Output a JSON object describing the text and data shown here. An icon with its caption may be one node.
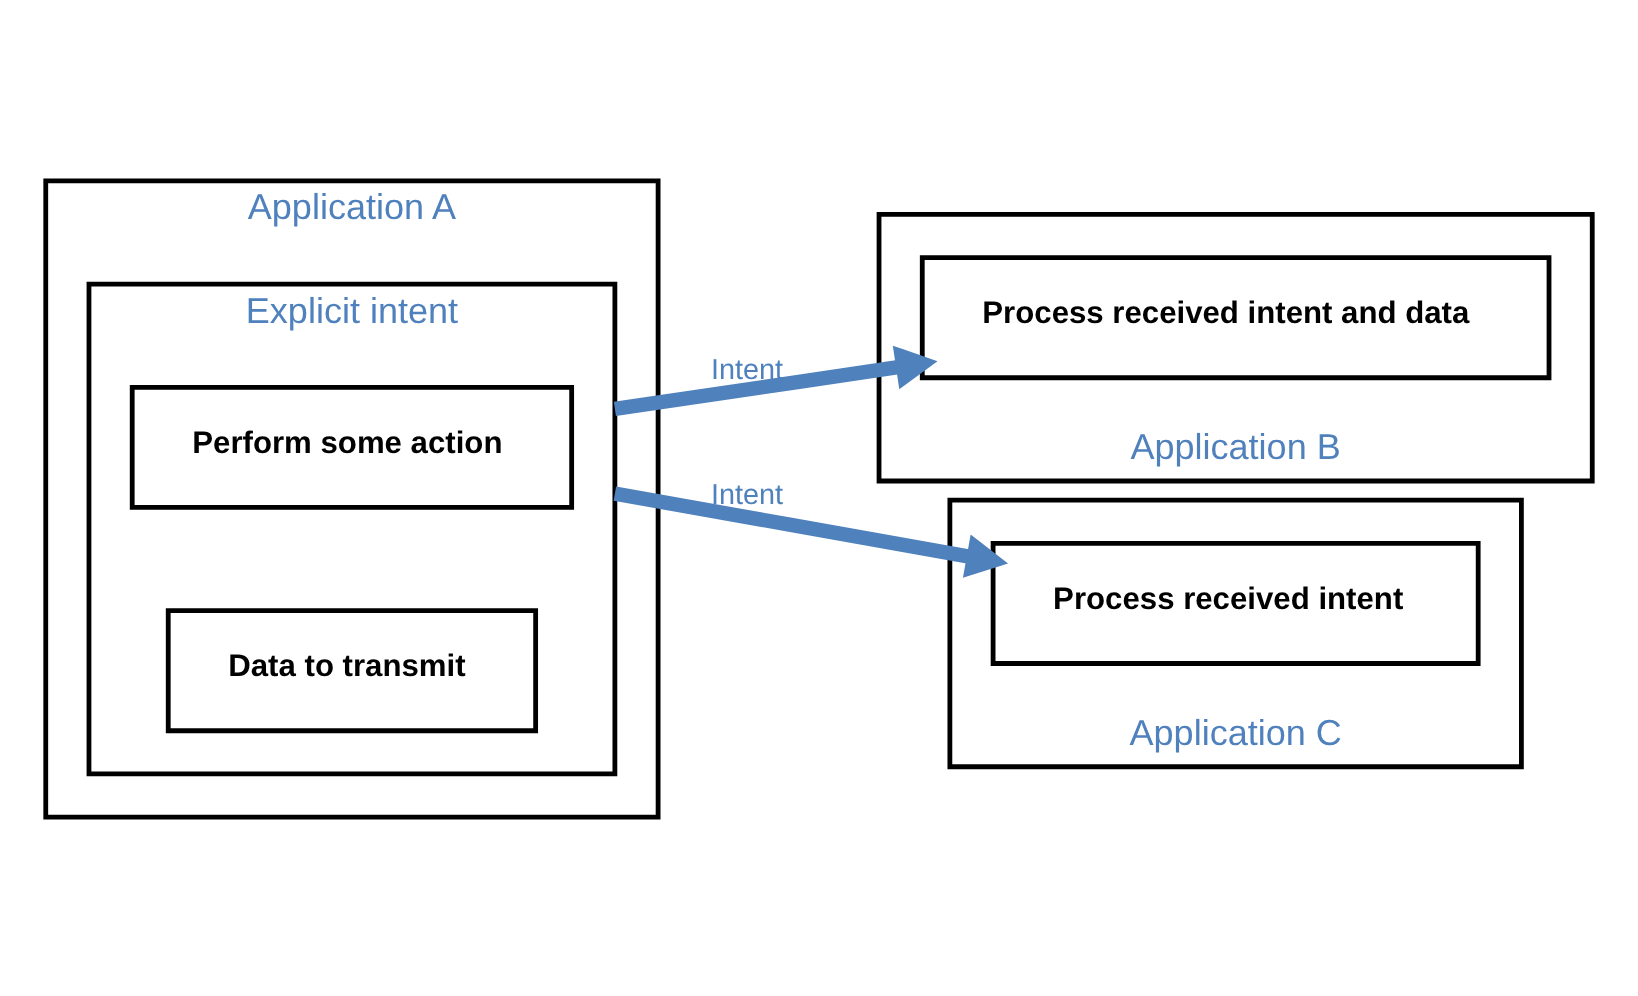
{
  "diagram": {
    "nodes": [
      {
        "text": [
          "Application A"
        ]
      },
      {
        "text": [
          "Explicit intent"
        ],
        "in": 0
      },
      {
        "text": [
          "Perform some action"
        ],
        "in": 1
      },
      {
        "text": [
          "Data to transmit"
        ],
        "in": 1
      },
      {
        "text": [
          "Application B"
        ]
      },
      {
        "text": [
          "Process received intent and data"
        ],
        "in": 4
      },
      {
        "text": [
          "Application C"
        ]
      },
      {
        "text": [
          "Process received intent"
        ],
        "in": 6
      }
    ],
    "edges": [
      {
        "from": 1,
        "to": 5,
        "arrow": "to",
        "label": "Intent"
      },
      {
        "from": 1,
        "to": 7,
        "arrow": "to",
        "label": "Intent"
      }
    ]
  }
}
